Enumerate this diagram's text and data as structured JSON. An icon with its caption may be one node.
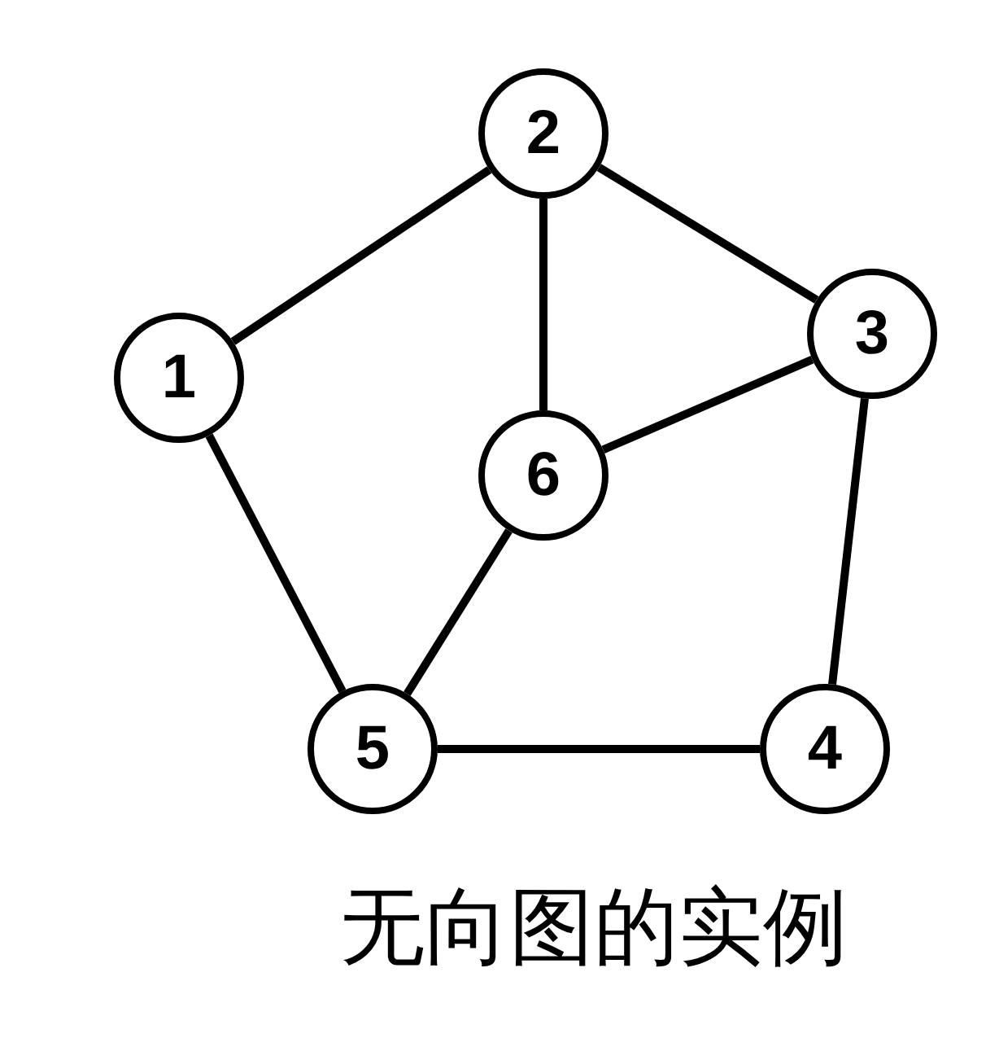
{
  "diagram": {
    "caption": "无向图的实例",
    "nodes": [
      {
        "text": [
          "1"
        ]
      },
      {
        "text": [
          "2"
        ]
      },
      {
        "text": [
          "3"
        ]
      },
      {
        "text": [
          "6"
        ]
      },
      {
        "text": [
          "5"
        ]
      },
      {
        "text": [
          "4"
        ]
      }
    ],
    "edges": [
      {
        "from": 0,
        "to": 1,
        "arrow": "none"
      },
      {
        "from": 1,
        "to": 2,
        "arrow": "none"
      },
      {
        "from": 1,
        "to": 3,
        "arrow": "none"
      },
      {
        "from": 2,
        "to": 3,
        "arrow": "none"
      },
      {
        "from": 0,
        "to": 4,
        "arrow": "none"
      },
      {
        "from": 3,
        "to": 4,
        "arrow": "none"
      },
      {
        "from": 2,
        "to": 5,
        "arrow": "none"
      },
      {
        "from": 4,
        "to": 5,
        "arrow": "none"
      }
    ]
  }
}
